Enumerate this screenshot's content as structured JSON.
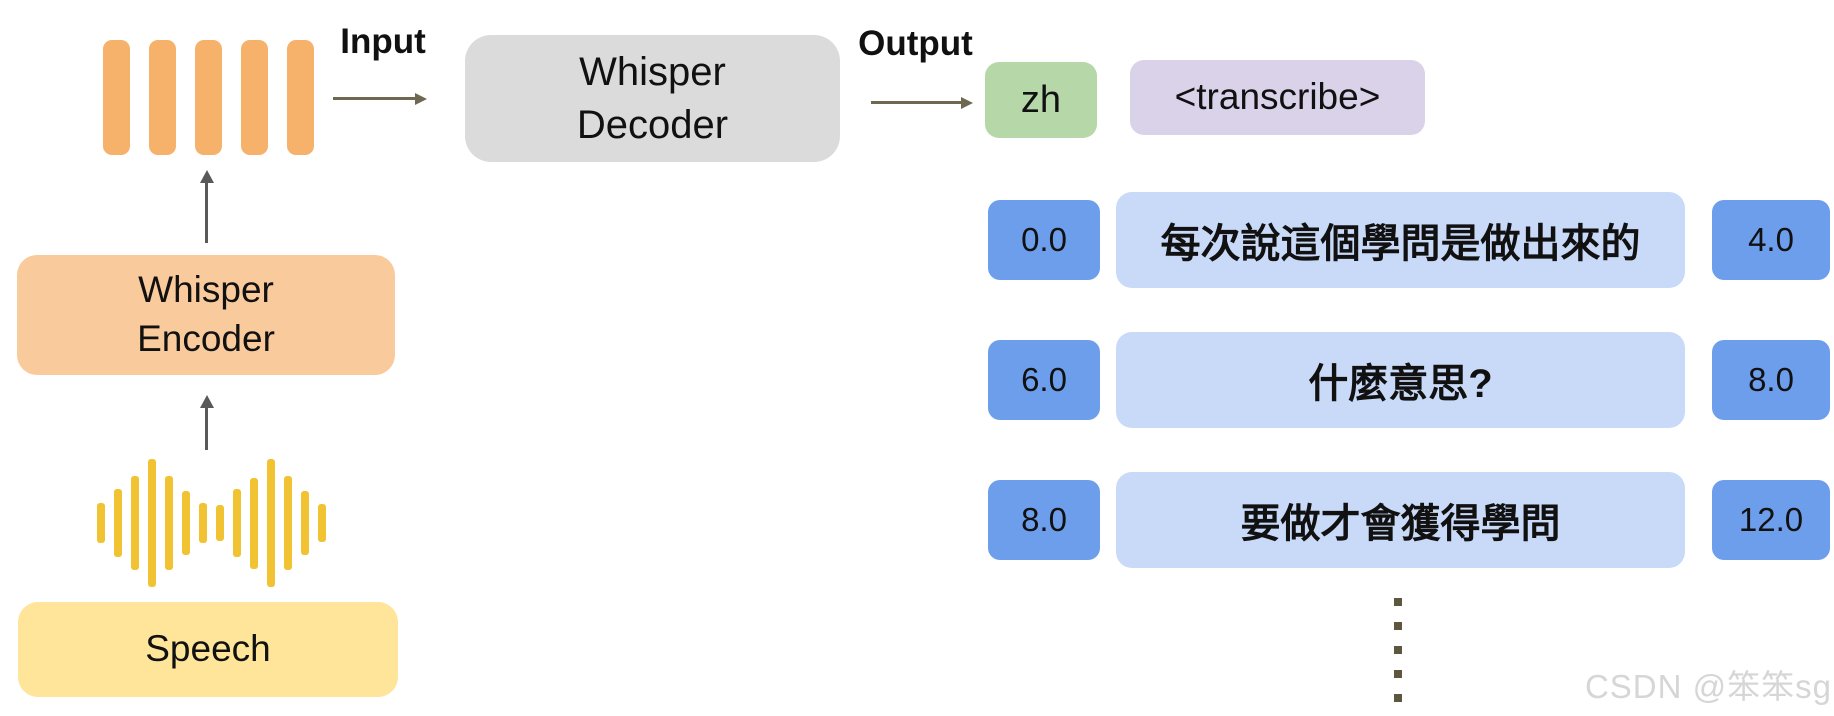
{
  "pipeline": {
    "speech_label": "Speech",
    "encoder_label": "Whisper\nEncoder",
    "decoder_label": "Whisper\nDecoder",
    "input_label": "Input",
    "output_label": "Output",
    "language_token": "zh",
    "task_token": "<transcribe>"
  },
  "feature_bars": {
    "count": 5
  },
  "waveform": {
    "bar_heights": [
      40,
      68,
      94,
      128,
      94,
      64,
      40,
      36,
      68,
      91,
      128,
      94,
      64,
      38
    ]
  },
  "transcript_rows": [
    {
      "start": "0.0",
      "text": "每次說這個學問是做出來的",
      "end": "4.0"
    },
    {
      "start": "6.0",
      "text": "什麼意思?",
      "end": "8.0"
    },
    {
      "start": "8.0",
      "text": "要做才會獲得學問",
      "end": "12.0"
    }
  ],
  "ellipsis": {
    "dot_count": 5
  },
  "watermark": "CSDN @笨笨sg",
  "colors": {
    "feature_bar": "#F6B26B",
    "encoder_box": "#F9CB9C",
    "speech_box": "#FFE599",
    "waveform_bar": "#F1C232",
    "decoder_box": "#DBDBDB",
    "language_box": "#B6D7A8",
    "task_box": "#D9D2E9",
    "timestamp_box": "#6D9EEB",
    "segment_box": "#C9DAF8",
    "vertical_arrow": "#595959",
    "horizontal_arrow": "#6E6850",
    "dots": "#5F5640",
    "watermark_text": "#D6D6D6"
  }
}
